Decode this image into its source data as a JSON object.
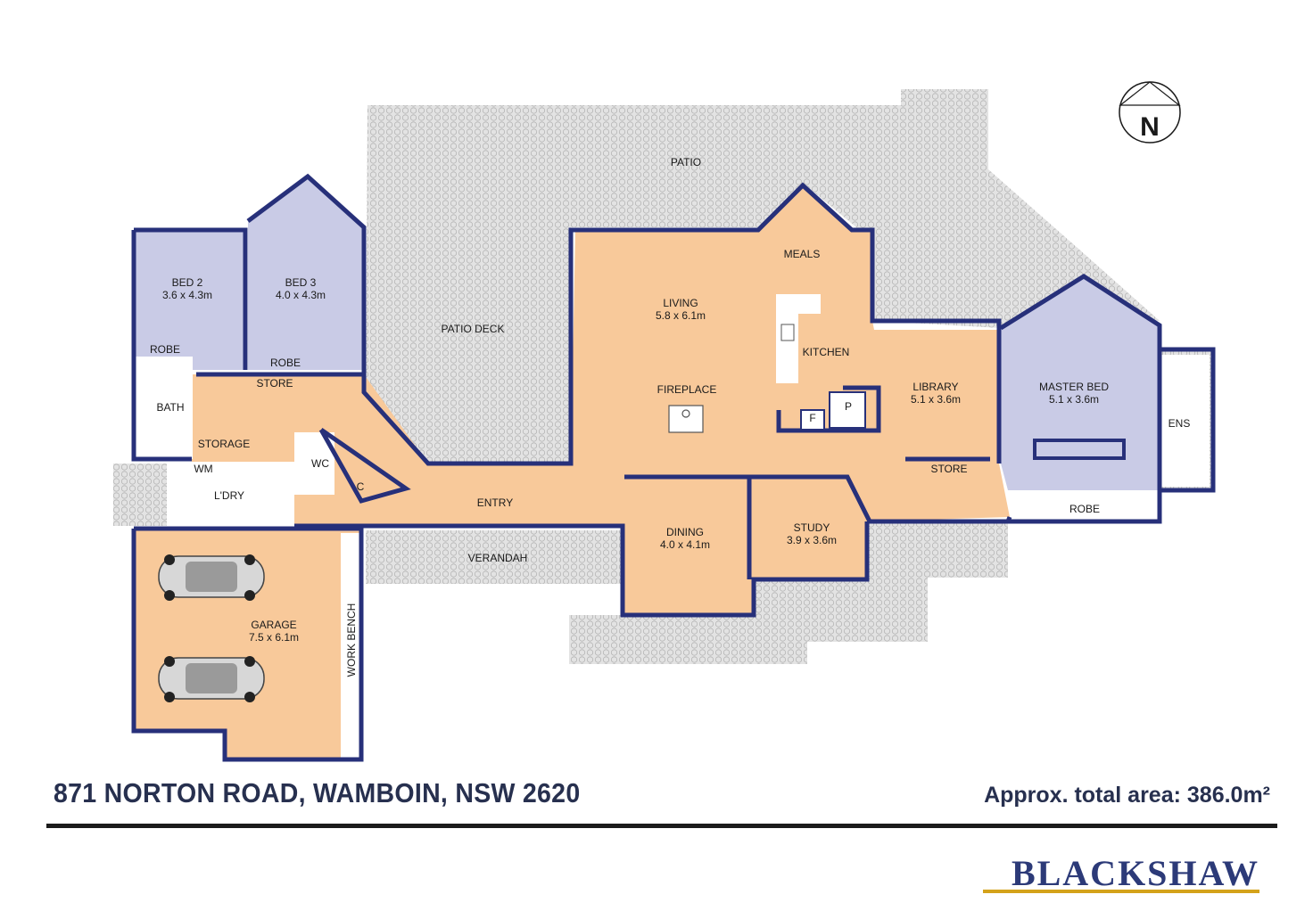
{
  "compass": {
    "label": "N"
  },
  "rooms": {
    "patio": "PATIO",
    "patio_deck": "PATIO DECK",
    "bed2": {
      "name": "BED 2",
      "size": "3.6 x 4.3m"
    },
    "bed3": {
      "name": "BED 3",
      "size": "4.0 x 4.3m"
    },
    "robe_bed2": "ROBE",
    "robe_bed3": "ROBE",
    "store_hall": "STORE",
    "bath": "BATH",
    "storage": "STORAGE",
    "wm": "WM",
    "laundry": "L'DRY",
    "wc": "WC",
    "cupboard": "C",
    "entry": "ENTRY",
    "verandah": "VERANDAH",
    "living": {
      "name": "LIVING",
      "size": "5.8 x 6.1m"
    },
    "meals": "MEALS",
    "kitchen": "KITCHEN",
    "fireplace": "FIREPLACE",
    "fridge": "F",
    "pantry": "P",
    "library": {
      "name": "LIBRARY",
      "size": "5.1 x 3.6m"
    },
    "master_bed": {
      "name": "MASTER BED",
      "size": "5.1 x 3.6m"
    },
    "ensuite": "ENS",
    "store_east": "STORE",
    "robe_master": "ROBE",
    "dining": {
      "name": "DINING",
      "size": "4.0 x 4.1m"
    },
    "study": {
      "name": "STUDY",
      "size": "3.9 x 3.6m"
    },
    "garage": {
      "name": "GARAGE",
      "size": "7.5 x 6.1m"
    },
    "work_bench": "WORK BENCH"
  },
  "footer": {
    "address": "871 NORTON ROAD, WAMBOIN, NSW 2620",
    "area": "Approx. total area: 386.0m²",
    "brand": "BLACKSHAW"
  },
  "colors": {
    "living_fill": "#f8c99a",
    "bedroom_fill": "#c9cbe6",
    "wall": "#27307a",
    "outdoor_fill": "#dedede",
    "brand_blue": "#2c3a78",
    "brand_gold": "#d4a21a"
  }
}
